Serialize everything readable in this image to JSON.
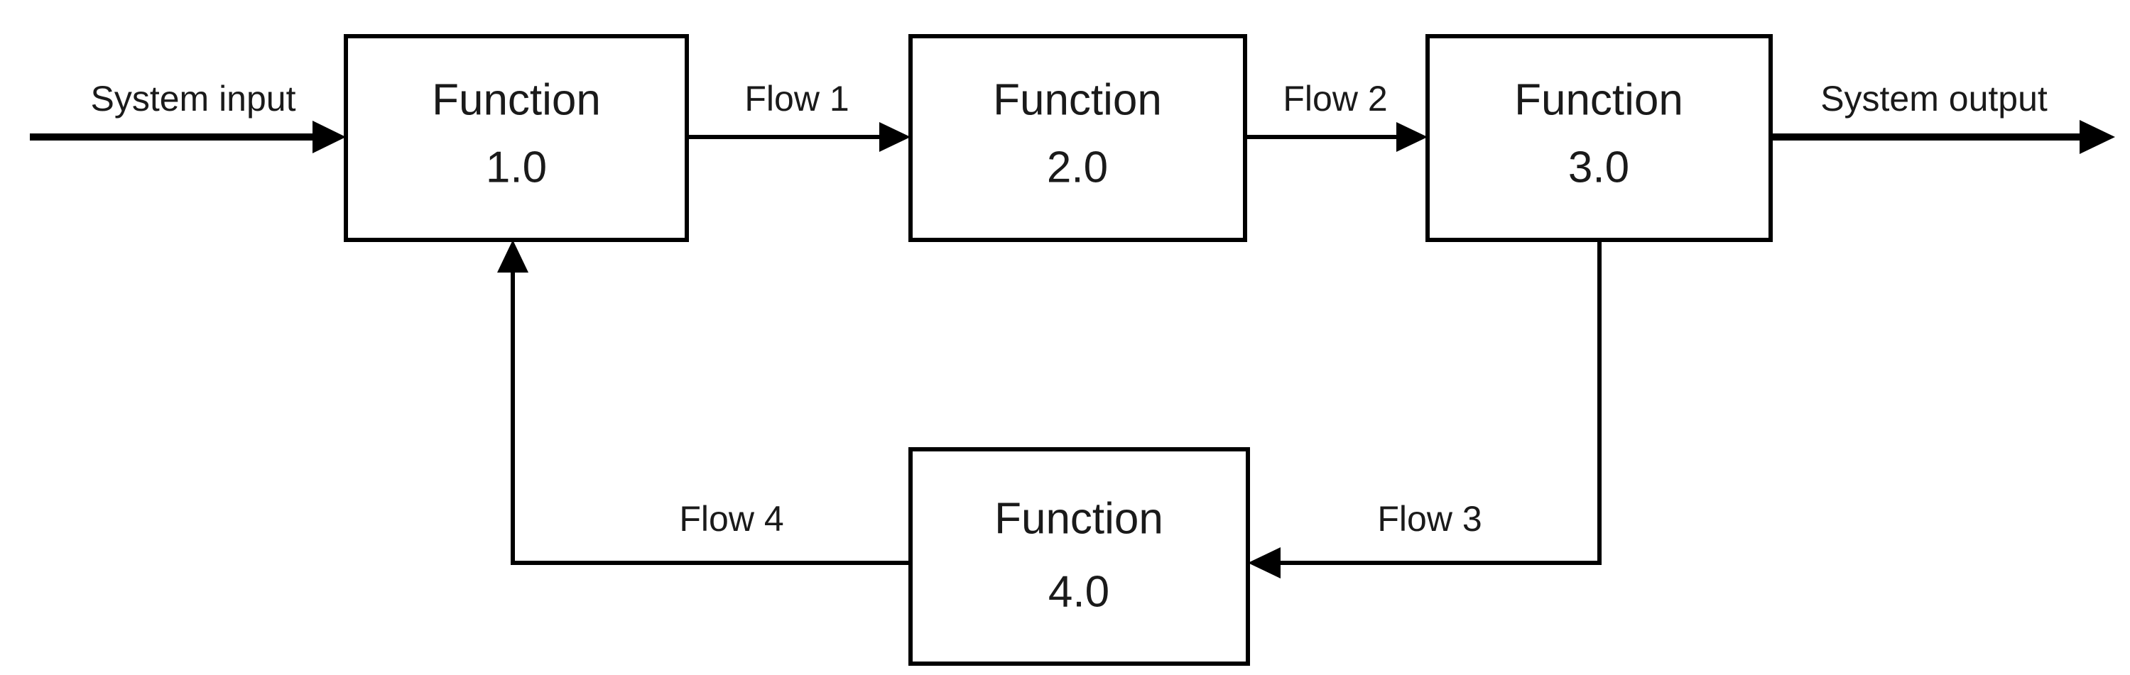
{
  "diagram": {
    "type": "functional-flow-block-diagram",
    "background_color": "#ffffff",
    "line_color": "#000000",
    "text_color": "#1a1a1a",
    "blocks": [
      {
        "id": "function-1",
        "line1": "Function",
        "line2": "1.0"
      },
      {
        "id": "function-2",
        "line1": "Function",
        "line2": "2.0"
      },
      {
        "id": "function-3",
        "line1": "Function",
        "line2": "3.0"
      },
      {
        "id": "function-4",
        "line1": "Function",
        "line2": "4.0"
      }
    ],
    "flows": [
      {
        "id": "system-input",
        "label": "System input",
        "from": "external",
        "to": "function-1"
      },
      {
        "id": "flow-1",
        "label": "Flow 1",
        "from": "function-1",
        "to": "function-2"
      },
      {
        "id": "flow-2",
        "label": "Flow 2",
        "from": "function-2",
        "to": "function-3"
      },
      {
        "id": "system-output",
        "label": "System output",
        "from": "function-3",
        "to": "external"
      },
      {
        "id": "flow-3",
        "label": "Flow 3",
        "from": "function-3",
        "to": "function-4"
      },
      {
        "id": "flow-4",
        "label": "Flow 4",
        "from": "function-4",
        "to": "function-1"
      }
    ]
  }
}
